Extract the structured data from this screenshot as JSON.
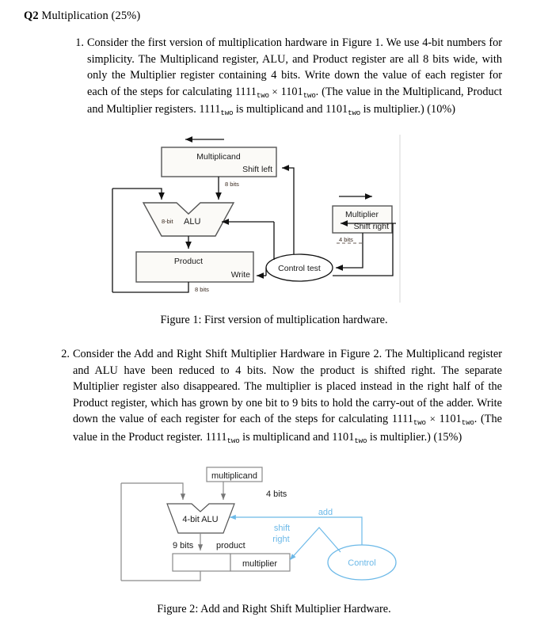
{
  "heading": {
    "label": "Q2",
    "title": "Multiplication (25%)"
  },
  "items": [
    {
      "num": "1.",
      "text_part_1": "Consider the first version of multiplication hardware in Figure 1. We use 4-bit numbers for simplicity. The Multiplicand register, ALU, and Product register are all 8 bits wide, with only the Multiplier register containing 4 bits. Write down the value of each register for each of the steps for calculating ",
      "operand_a": "1111",
      "sub_a": "two",
      "times": "×",
      "operand_b": "1101",
      "sub_b": "two",
      "text_part_2": ". (The value in the Multiplicand, Product and Multiplier registers. ",
      "operand_c": "1111",
      "sub_c": "two",
      "text_part_3": " is multiplicand and ",
      "operand_d": "1101",
      "sub_d": "two",
      "text_part_4": " is multiplier.) (10%)"
    },
    {
      "num": "2.",
      "text_part_1": "Consider the Add and Right Shift Multiplier Hardware in Figure 2. The Multiplicand register and ALU have been reduced to 4 bits. Now the product is shifted right. The separate Multiplier register also disappeared. The multiplier is placed instead in the right half of the Product register, which has grown by one bit to 9 bits to hold the carry-out of the adder. Write down the value of each register for each of the steps for calculating ",
      "operand_a": "1111",
      "sub_a": "two",
      "times": "×",
      "operand_b": "1101",
      "sub_b": "two",
      "text_part_2": ". (The value in the Product register. ",
      "operand_c": "1111",
      "sub_c": "two",
      "text_part_3": " is multiplicand and ",
      "operand_d": "1101",
      "sub_d": "two",
      "text_part_4": " is multiplier.) (15%)"
    }
  ],
  "figure1": {
    "caption": "Figure 1: First version of multiplication hardware.",
    "multiplicand_box": {
      "title": "Multiplicand",
      "action": "Shift left"
    },
    "multiplicand_bits": "8 bits",
    "alu": {
      "width_label": "8-bit",
      "name": "ALU"
    },
    "product_box": {
      "title": "Product",
      "action": "Write"
    },
    "product_bits": "8 bits",
    "multiplier_box": {
      "title": "Multiplier",
      "action": "Shift right"
    },
    "multiplier_bits": "4 bits",
    "control": "Control test"
  },
  "figure2": {
    "caption": "Figure 2: Add and Right Shift Multiplier Hardware.",
    "multiplicand_box": "multiplicand",
    "multiplicand_bits": "4 bits",
    "alu": "4-bit ALU",
    "product_bits": "9 bits",
    "product_label": "product",
    "multiplier_label": "multiplier",
    "control": "Control",
    "signal_add": "add",
    "signal_shift": "shift",
    "signal_right": "right",
    "accent_color": "#6cb9e8"
  }
}
